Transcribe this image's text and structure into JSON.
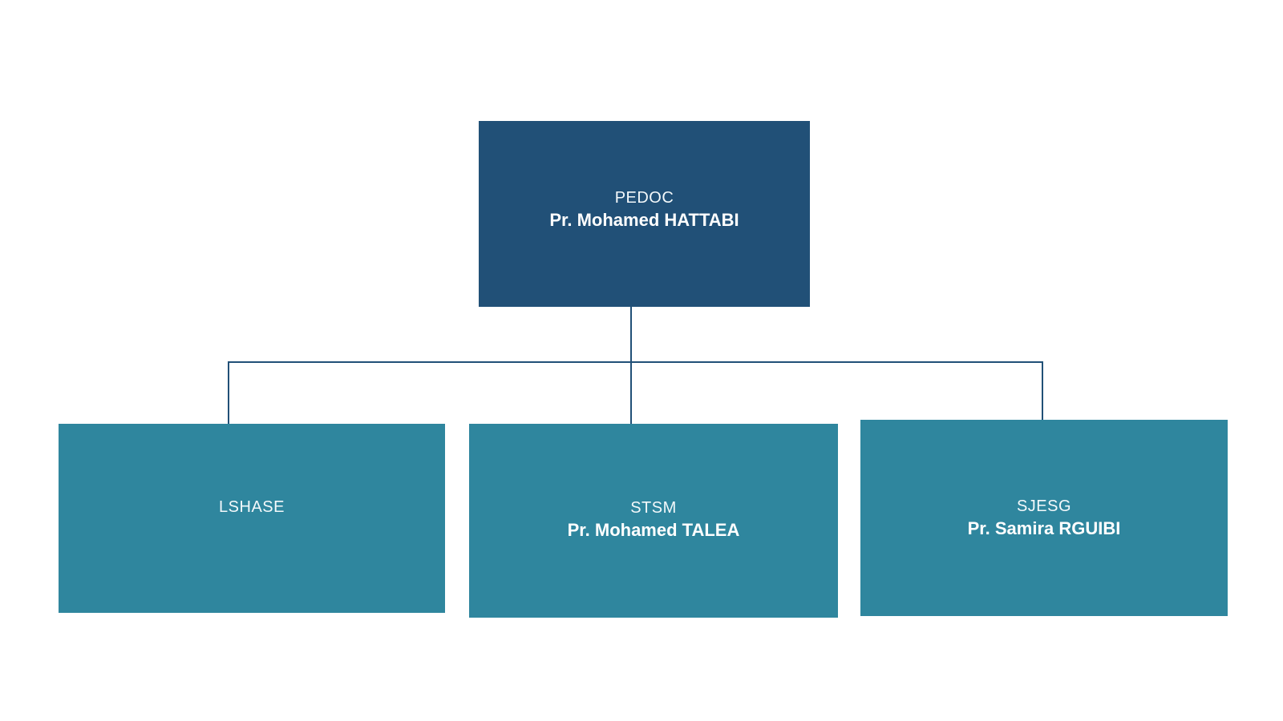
{
  "colors": {
    "background": "#ffffff",
    "root_box": "#215077",
    "child_box": "#2f869e",
    "connector": "#215077",
    "text": "#ffffff"
  },
  "org_chart": {
    "root": {
      "unit": "PEDOC",
      "head": "Pr. Mohamed HATTABI"
    },
    "children": [
      {
        "unit": "LSHASE",
        "head": ""
      },
      {
        "unit": "STSM",
        "head": "Pr. Mohamed TALEA"
      },
      {
        "unit": "SJESG",
        "head": "Pr. Samira RGUIBI"
      }
    ]
  }
}
